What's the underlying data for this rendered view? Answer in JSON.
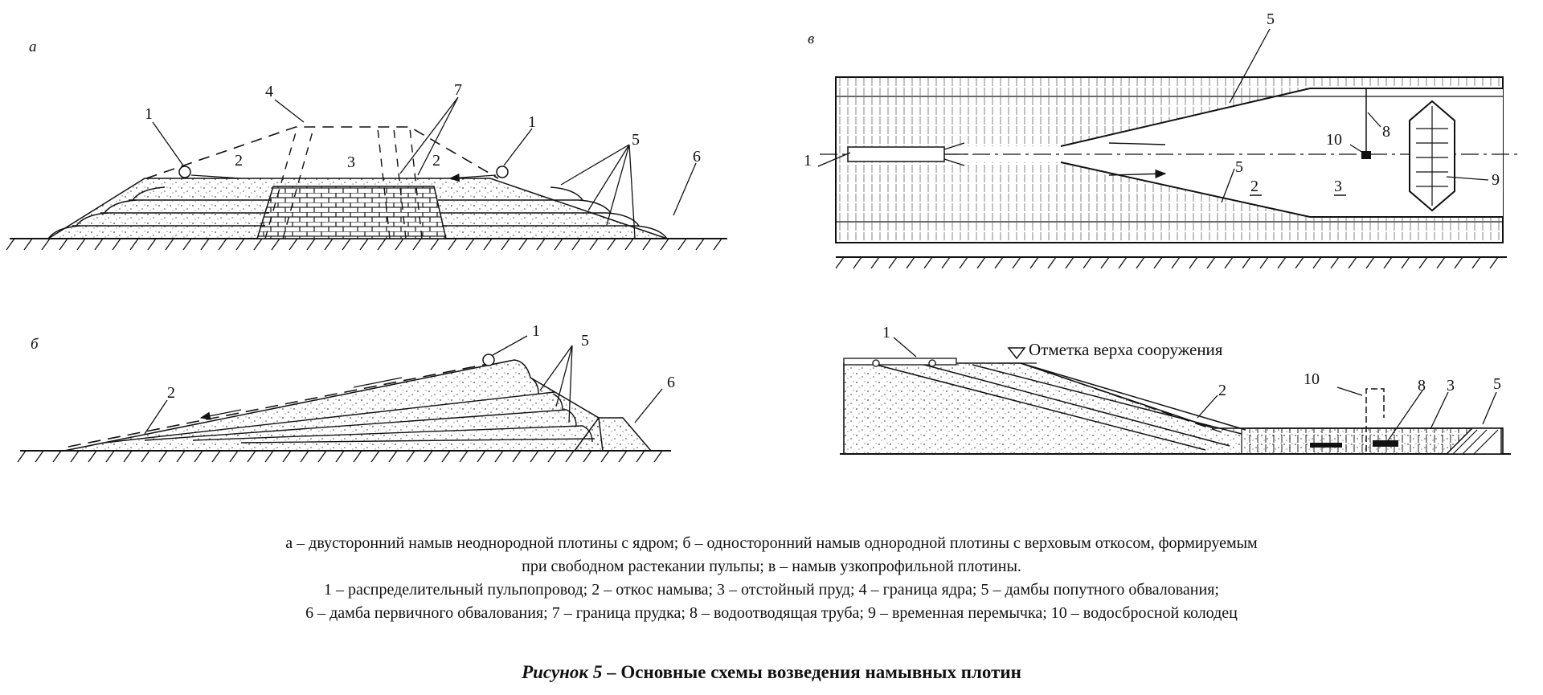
{
  "panels": {
    "a": {
      "letter": "а",
      "labels": {
        "l1a": "1",
        "l1b": "1",
        "l2a": "2",
        "l2b": "2",
        "l3": "3",
        "l4": "4",
        "l5": "5",
        "l6": "6",
        "l7": "7"
      }
    },
    "b": {
      "letter": "б",
      "labels": {
        "l1": "1",
        "l2": "2",
        "l5": "5",
        "l6": "6"
      }
    },
    "v": {
      "letter": "в",
      "labels": {
        "l1": "1",
        "l2": "2",
        "l3": "3",
        "l5a": "5",
        "l5b": "5",
        "l8": "8",
        "l9": "9",
        "l10": "10"
      }
    },
    "v2": {
      "note": "Отметка верха сооружения",
      "labels": {
        "l1": "1",
        "l2": "2",
        "l3": "3",
        "l5": "5",
        "l8": "8",
        "l10": "10"
      }
    }
  },
  "caption": {
    "line1": "а – двусторонний намыв неоднородной плотины с ядром; б – односторонний намыв однородной плотины с верховым откосом, формируемым",
    "line2": "при свободном растекании пульпы; в – намыв узкопрофильной плотины.",
    "line3": "1 – распределительный пульпопровод; 2 – откос намыва; 3 – отстойный пруд; 4 – граница ядра; 5 – дамбы попутного обвалования;",
    "line4": "6 – дамба первичного обвалования; 7 – граница прудка; 8 – водоотводящая труба; 9 – временная перемычка; 10 – водосбросной колодец"
  },
  "title": {
    "prefix": "Рисунок 5",
    "text": " – Основные схемы возведения намывных плотин"
  }
}
